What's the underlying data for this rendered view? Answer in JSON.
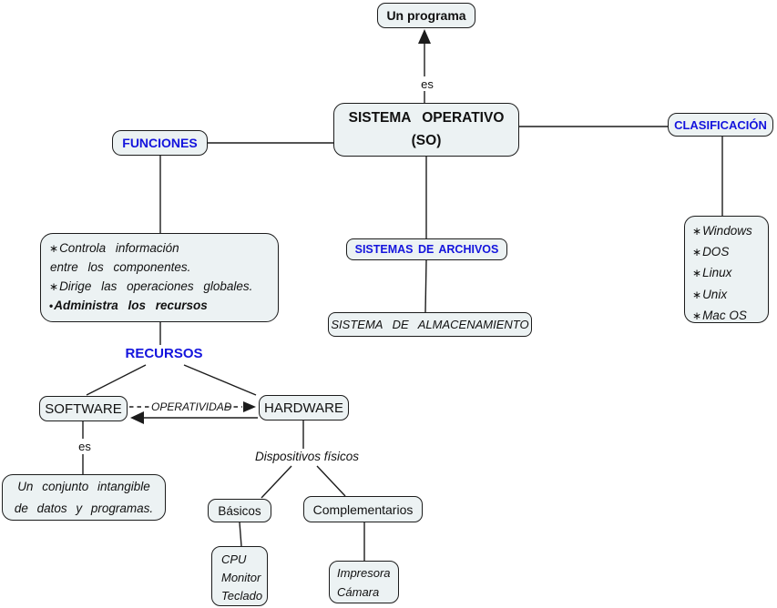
{
  "colors": {
    "node_fill": "#ecf2f3",
    "node_border": "#1c1c1c",
    "accent_blue": "#1414dd",
    "line_color": "#1c1c1c"
  },
  "nodes": {
    "un_programa": {
      "label": "Un programa"
    },
    "sistema_operativo": {
      "line1": "SISTEMA OPERATIVO",
      "line2": "(SO)"
    },
    "funciones": {
      "label": "FUNCIONES"
    },
    "clasificacion": {
      "label": "CLASIFICACIÓN"
    },
    "sistemas_archivos": {
      "label": "SISTEMAS DE ARCHIVOS"
    },
    "sistema_almacenamiento": {
      "label": "SISTEMA DE ALMACENAMIENTO"
    },
    "funciones_detalle": {
      "lines": [
        {
          "bullet": "∗",
          "text": "Controla información"
        },
        {
          "bullet": "",
          "text": "entre los componentes."
        },
        {
          "bullet": "∗",
          "text": "Dirige las operaciones globales."
        },
        {
          "bullet": "•",
          "text": "Administra los recursos"
        }
      ]
    },
    "recursos": {
      "label": "RECURSOS"
    },
    "software": {
      "label": "SOFTWARE"
    },
    "hardware": {
      "label": "HARDWARE"
    },
    "un_conjunto": {
      "line1": "Un conjunto intangible",
      "line2": "de datos y programas."
    },
    "dispositivos_fisicos": {
      "label": "Dispositivos físicos"
    },
    "basicos": {
      "label": "Básicos"
    },
    "complementarios": {
      "label": "Complementarios"
    },
    "basicos_lista": {
      "items": [
        "CPU",
        "Monitor",
        "Teclado"
      ]
    },
    "complementarios_lista": {
      "items": [
        "Impresora",
        "Cámara"
      ]
    },
    "clasificacion_lista": {
      "bullet": "∗",
      "items": [
        "Windows",
        "DOS",
        "Linux",
        "Unix",
        "Mac OS"
      ]
    }
  },
  "edge_labels": {
    "es_programa": "es",
    "es_software": "es",
    "operatividad": "OPERATIVIDAD"
  }
}
